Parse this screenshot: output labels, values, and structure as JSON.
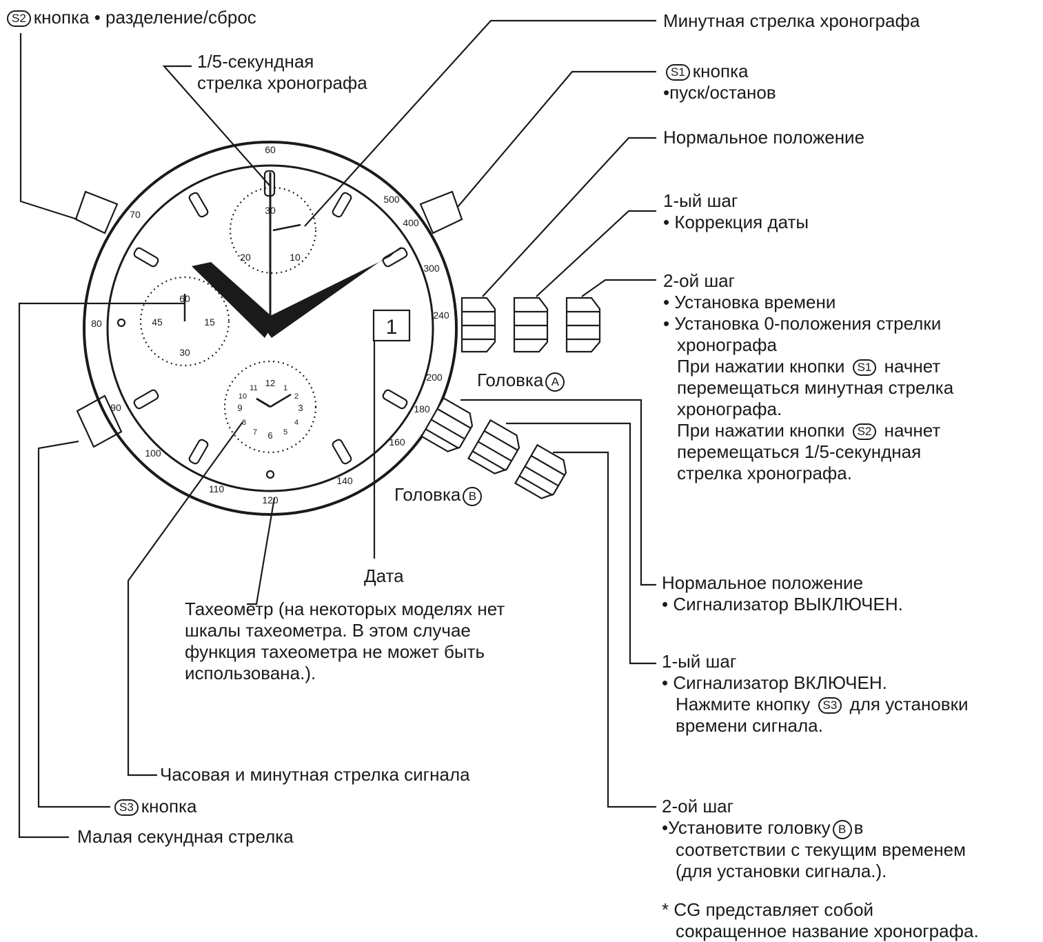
{
  "labels": {
    "s2_badge": "S2",
    "s2_text": "кнопка • разделение/сброс",
    "fifth_line1": "1/5-секундная",
    "fifth_line2": "стрелка хронографа",
    "chrono_minute": "Минутная стрелка хронографа",
    "s1_badge": "S1",
    "s1_text": "кнопка",
    "s1_sub": "•пуск/останов",
    "crownA_normal": "Нормальное положение",
    "crownA_step1": "1-ый шаг",
    "crownA_step1_item": "• Коррекция даты",
    "crownA_step2": "2-ой шаг",
    "crownA_step2_item1": "• Установка времени",
    "crownA_step2_item2a": "• Установка 0-положения стрелки",
    "crownA_step2_item2b": "хронографа",
    "press_s1_pre": "При нажатии кнопки",
    "press_s1_post": "начнет",
    "press_s1_l2": "перемещаться минутная стрелка",
    "press_s1_l3": "хронографа.",
    "press_s2_pre": "При нажатии кнопки",
    "press_s2_post": "начнет",
    "press_s2_l2": "перемещаться 1/5-секундная",
    "press_s2_l3": "стрелка хронографа.",
    "crownA_label": "Головка",
    "crownA_letter": "A",
    "crownB_label": "Головка",
    "crownB_letter": "B",
    "date_label": "Дата",
    "tachy_l1": "Тахеометр (на некоторых моделях нет",
    "tachy_l2": "шкалы тахеометра. В этом случае",
    "tachy_l3": "функция тахеометра не может быть",
    "tachy_l4": "использована.).",
    "crownB_normal": "Нормальное положение",
    "crownB_normal_item": "• Сигнализатор ВЫКЛЮЧЕН.",
    "crownB_step1": "1-ый шаг",
    "crownB_step1_item": "• Сигнализатор ВКЛЮЧЕН.",
    "press_s3_pre": "Нажмите кнопку",
    "s3_badge_inline": "S3",
    "press_s3_post": "для установки",
    "press_s3_l2": "времени сигнала.",
    "alarm_hands": "Часовая и минутная стрелка сигнала",
    "s3_badge": "S3",
    "s3_text": "кнопка",
    "small_second": "Малая секундная стрелка",
    "crownB_step2": "2-ой шаг",
    "crownB_step2_pre": "•Установите головку",
    "crownB_step2_badge": "B",
    "crownB_step2_post": "в",
    "crownB_step2_l2": "соответствии с текущим временем",
    "crownB_step2_l3": "(для установки сигнала.).",
    "note_l1": "* CG представляет собой",
    "note_l2": "сокращенное название хронографа."
  },
  "watch": {
    "date_value": "1",
    "tachymeter_scale": [
      "60",
      "70",
      "80",
      "90",
      "100",
      "110",
      "120",
      "140",
      "160",
      "180",
      "200",
      "240",
      "300",
      "400",
      "500"
    ],
    "chrono_minute_scale": [
      "30",
      "10",
      "20"
    ],
    "small_second_scale": [
      "60",
      "15",
      "30",
      "45"
    ],
    "alarm_scale": [
      "12",
      "3",
      "6",
      "9",
      "1",
      "2",
      "4",
      "5",
      "7",
      "8",
      "10",
      "11"
    ]
  },
  "colors": {
    "ink": "#1a1a1a",
    "background": "#ffffff"
  }
}
